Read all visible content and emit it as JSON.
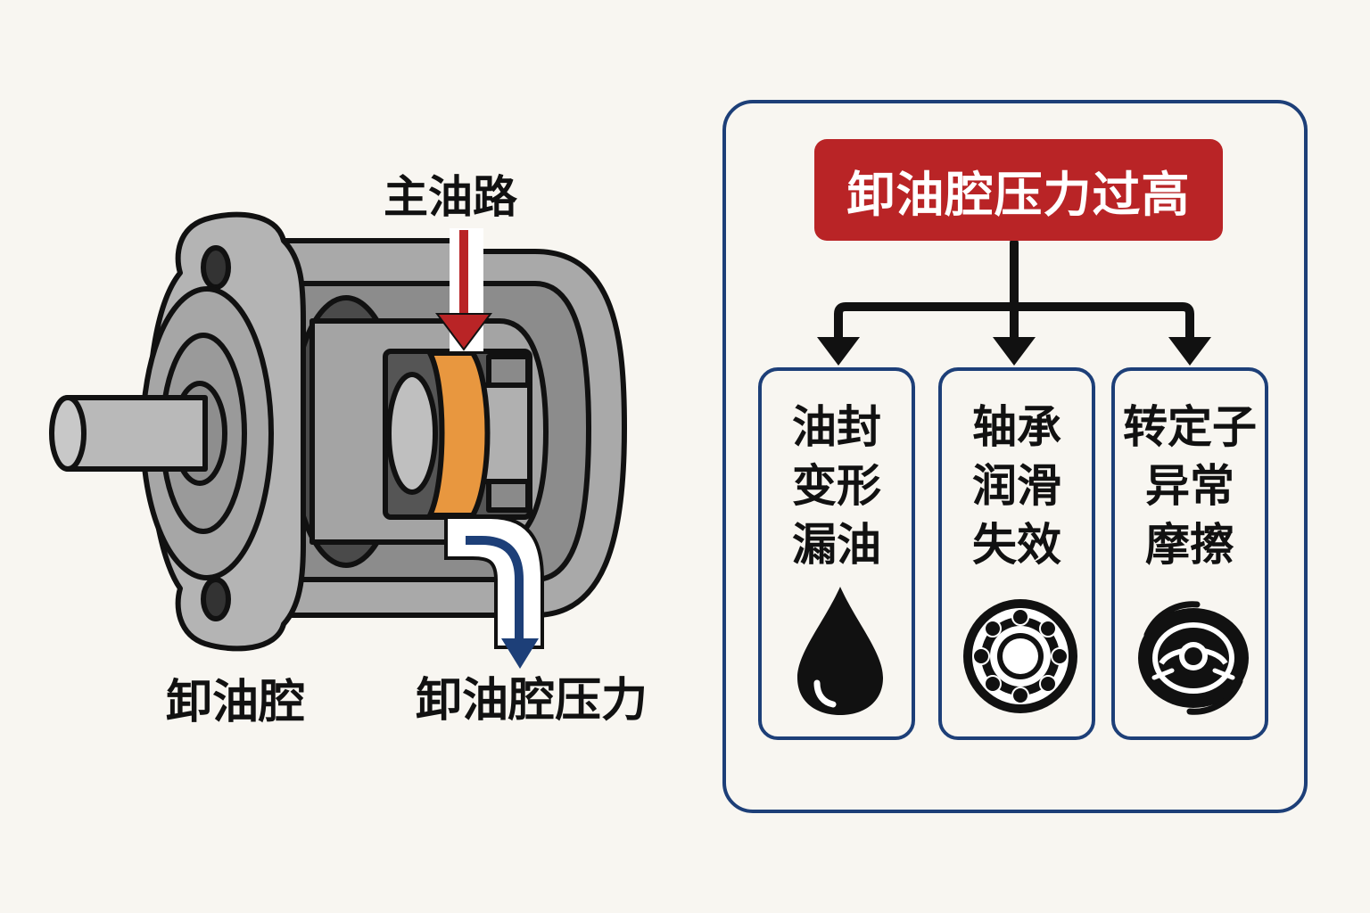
{
  "left_diagram": {
    "main_oil_path_label": "主油路",
    "drain_chamber_label": "卸油腔",
    "drain_chamber_pressure_label": "卸油腔压力"
  },
  "right_panel": {
    "cause": "卸油腔压力过高",
    "effects": [
      {
        "lines": [
          "油封",
          "变形",
          "漏油"
        ],
        "icon": "oil-drop-icon"
      },
      {
        "lines": [
          "轴承",
          "润滑",
          "失效"
        ],
        "icon": "ball-bearing-icon"
      },
      {
        "lines": [
          "转定子",
          "异常",
          "摩擦"
        ],
        "icon": "rotor-stator-friction-icon"
      }
    ]
  },
  "colors": {
    "background": "#f8f6f1",
    "accent_red": "#b92426",
    "accent_blue": "#1d3f78",
    "seal_orange": "#e8973f",
    "metal_gray": "#9e9e9e"
  }
}
